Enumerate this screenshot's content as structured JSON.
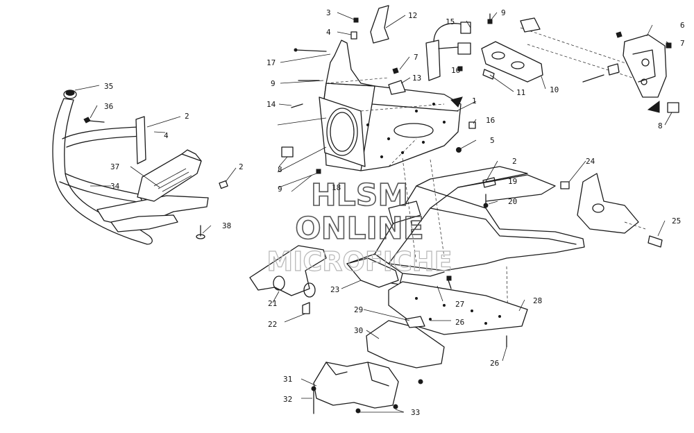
{
  "watermark": {
    "line1": "HLSM",
    "line2": "ONLINE",
    "line3": "MICROFICHE"
  },
  "callouts": [
    {
      "id": "c35",
      "label": "35"
    },
    {
      "id": "c36",
      "label": "36"
    },
    {
      "id": "c2a",
      "label": "2"
    },
    {
      "id": "c4a",
      "label": "4"
    },
    {
      "id": "c37",
      "label": "37"
    },
    {
      "id": "c34",
      "label": "34"
    },
    {
      "id": "c2b",
      "label": "2"
    },
    {
      "id": "c38",
      "label": "38"
    },
    {
      "id": "c3",
      "label": "3"
    },
    {
      "id": "c4b",
      "label": "4"
    },
    {
      "id": "c12",
      "label": "12"
    },
    {
      "id": "c15",
      "label": "15"
    },
    {
      "id": "c9a",
      "label": "9"
    },
    {
      "id": "c17",
      "label": "17"
    },
    {
      "id": "c7a",
      "label": "7"
    },
    {
      "id": "c16a",
      "label": "16"
    },
    {
      "id": "c9b",
      "label": "9"
    },
    {
      "id": "c13",
      "label": "13"
    },
    {
      "id": "c11",
      "label": "11"
    },
    {
      "id": "c10",
      "label": "10"
    },
    {
      "id": "c14",
      "label": "14"
    },
    {
      "id": "c1",
      "label": "1"
    },
    {
      "id": "c16b",
      "label": "16"
    },
    {
      "id": "c5",
      "label": "5"
    },
    {
      "id": "c8a",
      "label": "8"
    },
    {
      "id": "c9c",
      "label": "9"
    },
    {
      "id": "c18",
      "label": "18"
    },
    {
      "id": "c2c",
      "label": "2"
    },
    {
      "id": "c19",
      "label": "19"
    },
    {
      "id": "c20",
      "label": "20"
    },
    {
      "id": "c6",
      "label": "6"
    },
    {
      "id": "c7b",
      "label": "7"
    },
    {
      "id": "c8b",
      "label": "8"
    },
    {
      "id": "c24",
      "label": "24"
    },
    {
      "id": "c25",
      "label": "25"
    },
    {
      "id": "c21",
      "label": "21"
    },
    {
      "id": "c22",
      "label": "22"
    },
    {
      "id": "c23",
      "label": "23"
    },
    {
      "id": "c27",
      "label": "27"
    },
    {
      "id": "c28",
      "label": "28"
    },
    {
      "id": "c29",
      "label": "29"
    },
    {
      "id": "c26a",
      "label": "26"
    },
    {
      "id": "c30",
      "label": "30"
    },
    {
      "id": "c26b",
      "label": "26"
    },
    {
      "id": "c31",
      "label": "31"
    },
    {
      "id": "c32",
      "label": "32"
    },
    {
      "id": "c33",
      "label": "33"
    }
  ]
}
